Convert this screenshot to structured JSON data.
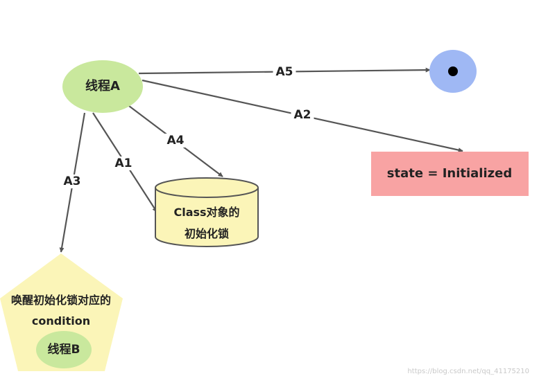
{
  "nodes": {
    "thread_a": "线程A",
    "class_lock_line1": "Class对象的",
    "class_lock_line2": "初始化锁",
    "state": "state = Initialized",
    "condition_line1": "唤醒初始化锁对应的",
    "condition_line2": "condition",
    "thread_b": "线程B"
  },
  "edges": {
    "a1": "A1",
    "a2": "A2",
    "a3": "A3",
    "a4": "A4",
    "a5": "A5"
  },
  "watermark": "https://blog.csdn.net/qq_41175210",
  "colors": {
    "thread": "#c9e89d",
    "end_node": "#9fb8f4",
    "cylinder": "#fbf5b8",
    "state_box": "#f8a3a3",
    "pentagon": "#fbf5b8",
    "arrow": "#555555"
  }
}
